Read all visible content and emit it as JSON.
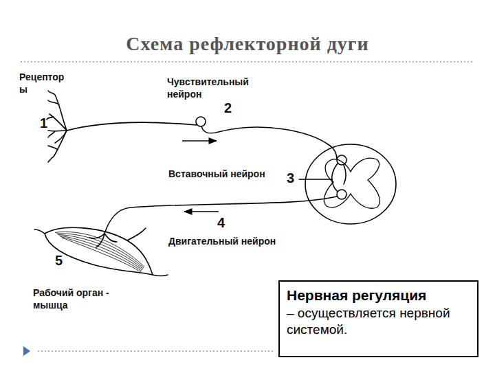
{
  "diagram": {
    "title": "Схема рефлекторной дуги",
    "nodes": [
      {
        "text": [
          "Нервная регуляция",
          "– осуществляется нервной системой."
        ]
      }
    ],
    "labels": [
      "Рецепторы",
      "1",
      "Чувствительный нейрон",
      "2",
      "Вставочный нейрон",
      "3",
      "4",
      "Двигательный нейрон",
      "5",
      "Рабочий орган - мышца"
    ]
  }
}
